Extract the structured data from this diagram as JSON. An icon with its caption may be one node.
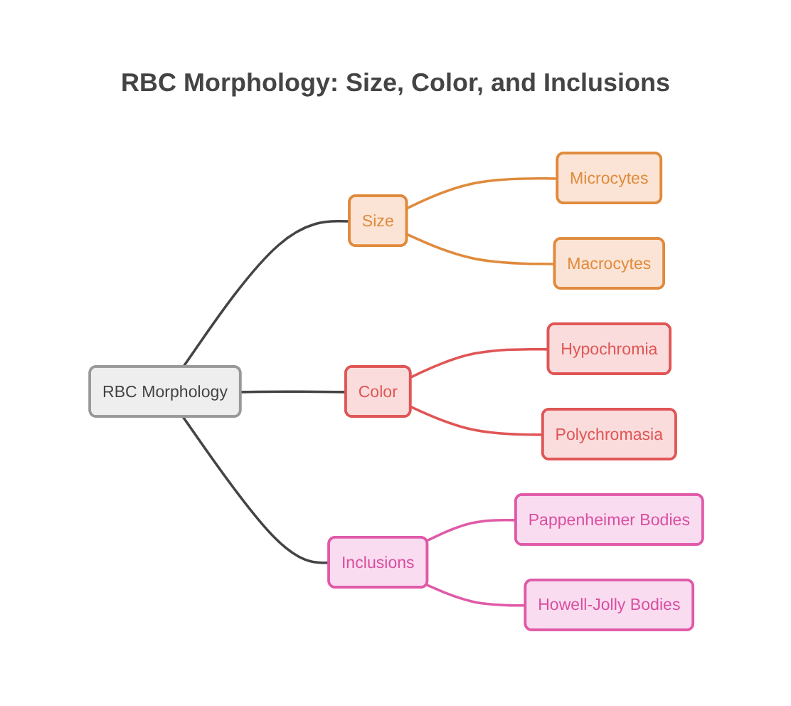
{
  "diagram": {
    "title": "RBC Morphology: Size, Color, and Inclusions",
    "nodes": [
      {
        "text": [
          "RBC Morphology"
        ]
      },
      {
        "text": [
          "Size"
        ]
      },
      {
        "text": [
          "Microcytes"
        ]
      },
      {
        "text": [
          "Macrocytes"
        ]
      },
      {
        "text": [
          "Color"
        ]
      },
      {
        "text": [
          "Hypochromia"
        ]
      },
      {
        "text": [
          "Polychromasia"
        ]
      },
      {
        "text": [
          "Inclusions"
        ]
      },
      {
        "text": [
          "Pappenheimer Bodies"
        ]
      },
      {
        "text": [
          "Howell-Jolly Bodies"
        ]
      }
    ],
    "edges": [
      {
        "from": 0,
        "to": 1,
        "arrow": "none",
        "color": "#444444"
      },
      {
        "from": 1,
        "to": 2,
        "arrow": "none",
        "color": "#e08a3c"
      },
      {
        "from": 1,
        "to": 3,
        "arrow": "none",
        "color": "#e08a3c"
      },
      {
        "from": 0,
        "to": 4,
        "arrow": "none",
        "color": "#444444"
      },
      {
        "from": 4,
        "to": 5,
        "arrow": "none",
        "color": "#e05555"
      },
      {
        "from": 4,
        "to": 6,
        "arrow": "none",
        "color": "#e05555"
      },
      {
        "from": 0,
        "to": 7,
        "arrow": "none",
        "color": "#444444"
      },
      {
        "from": 7,
        "to": 8,
        "arrow": "none",
        "color": "#e05aa8"
      },
      {
        "from": 7,
        "to": 9,
        "arrow": "none",
        "color": "#e05aa8"
      }
    ]
  }
}
